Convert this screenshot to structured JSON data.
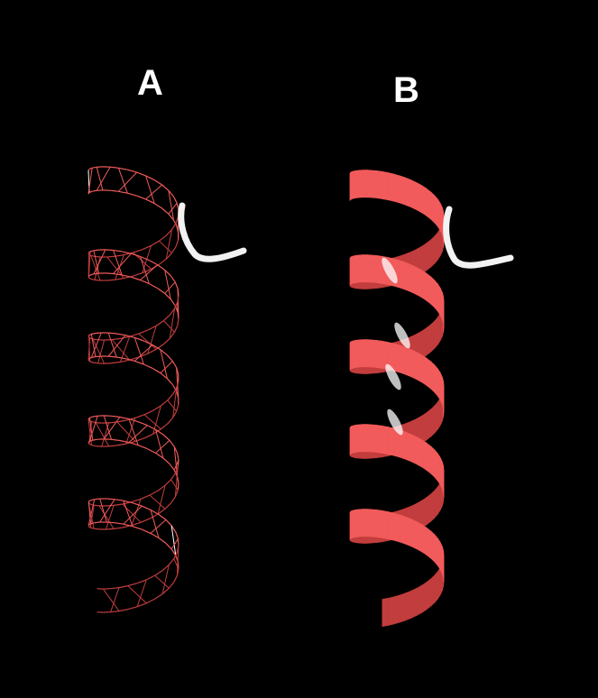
{
  "panels": [
    {
      "label": "A",
      "style": "wireframe",
      "helix_color": "#f25b5b",
      "coil_color": "#f2f2f2"
    },
    {
      "label": "B",
      "style": "cartoon",
      "helix_color": "#f25b5b",
      "coil_color": "#f2f2f2"
    }
  ],
  "colors": {
    "background": "#000000",
    "helix": "#f25b5b",
    "helix_dark": "#c23d3d",
    "highlight": "#ffffff",
    "coil": "#f2f2f2"
  },
  "icons": {
    "panel_a": "protein-helix-wireframe-icon",
    "panel_b": "protein-helix-ribbon-icon"
  }
}
